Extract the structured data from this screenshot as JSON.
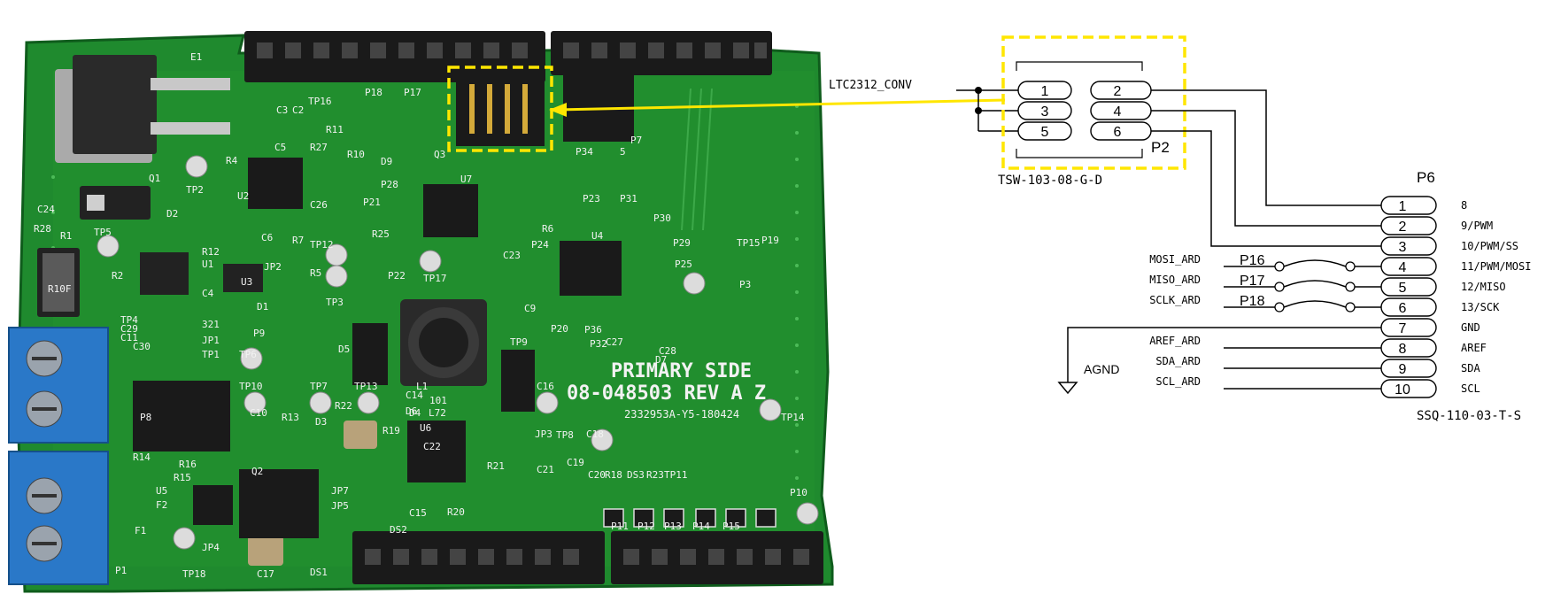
{
  "colors": {
    "pcb": "#1f8a2e",
    "pcb_dark": "#166b22",
    "silk": "#f2f2f2",
    "highlight": "#ffe600",
    "terminal": "#2a78c8",
    "header_black": "#1a1a1a",
    "wire": "#000000"
  },
  "pcb": {
    "silk_primary": "PRIMARY SIDE",
    "silk_part": "08-048503 REV A Z",
    "silk_serial": "2332953A-Y5-180424",
    "labels": [
      "E1",
      "Q1",
      "TP2",
      "D2",
      "C24",
      "R28",
      "R1",
      "TP5",
      "R10F",
      "R4",
      "U2",
      "TP16",
      "C5",
      "R27",
      "R11",
      "R10",
      "C3",
      "C2",
      "P18",
      "P17",
      "U3",
      "C6",
      "R12",
      "U1",
      "C4",
      "JP2",
      "R7",
      "TP12",
      "C26",
      "R5",
      "TP3",
      "R2",
      "TP4",
      "C29",
      "C11",
      "C30",
      "321",
      "JP1",
      "TP1",
      "TP6",
      "P9",
      "D1",
      "P8",
      "TP10",
      "TP7",
      "TP13",
      "D5",
      "C10",
      "R22",
      "R13",
      "D3",
      "D4",
      "L1",
      "101",
      "L72",
      "Q3",
      "D9",
      "P28",
      "P21",
      "R25",
      "U7",
      "P22",
      "TP17",
      "C23",
      "P23",
      "P31",
      "P24",
      "R6",
      "U4",
      "P30",
      "P29",
      "P25",
      "TP15",
      "P3",
      "P19",
      "C9",
      "P20",
      "P36",
      "P32",
      "C27",
      "C28",
      "D7",
      "TP9",
      "C16",
      "C14",
      "D6",
      "U6",
      "C22",
      "JP3",
      "TP8",
      "C18",
      "C19",
      "C21",
      "C20",
      "R18",
      "DS3",
      "R23",
      "TP11",
      "TP14",
      "P10",
      "P11",
      "P12",
      "P13",
      "P14",
      "P15",
      "R19",
      "R21",
      "C15",
      "R20",
      "C17",
      "DS2",
      "DS1",
      "JP7",
      "JP5",
      "JP4",
      "U5",
      "F2",
      "F1",
      "R15",
      "R16",
      "R14",
      "Q2",
      "P1",
      "TP18",
      "P7",
      "P34",
      "5"
    ]
  },
  "schematic": {
    "signal_conv": "LTC2312_CONV",
    "p2_label": "P2",
    "p2_part": "TSW-103-08-G-D",
    "p2_pins": [
      {
        "left": "1",
        "right": "2"
      },
      {
        "left": "3",
        "right": "4"
      },
      {
        "left": "5",
        "right": "6"
      }
    ],
    "p6_label": "P6",
    "p6_part": "SSQ-110-03-T-S",
    "p6_pins": [
      {
        "num": "1",
        "func": "8",
        "net": "",
        "jumper": ""
      },
      {
        "num": "2",
        "func": "9/PWM",
        "net": "",
        "jumper": ""
      },
      {
        "num": "3",
        "func": "10/PWM/SS",
        "net": "",
        "jumper": ""
      },
      {
        "num": "4",
        "func": "11/PWM/MOSI",
        "net": "MOSI_ARD",
        "jumper": "P16"
      },
      {
        "num": "5",
        "func": "12/MISO",
        "net": "MISO_ARD",
        "jumper": "P17"
      },
      {
        "num": "6",
        "func": "13/SCK",
        "net": "SCLK_ARD",
        "jumper": "P18"
      },
      {
        "num": "7",
        "func": "GND",
        "net": "",
        "jumper": ""
      },
      {
        "num": "8",
        "func": "AREF",
        "net": "AREF_ARD",
        "jumper": ""
      },
      {
        "num": "9",
        "func": "SDA",
        "net": "SDA_ARD",
        "jumper": ""
      },
      {
        "num": "10",
        "func": "SCL",
        "net": "SCL_ARD",
        "jumper": ""
      }
    ],
    "agnd": "AGND"
  }
}
